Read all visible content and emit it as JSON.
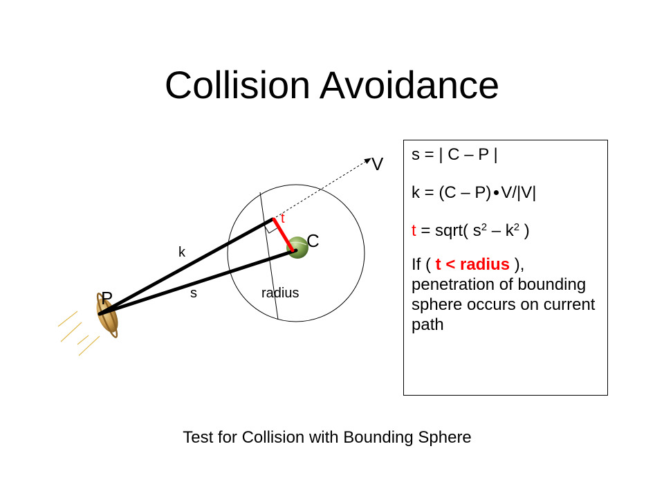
{
  "title": "Collision Avoidance",
  "diagram": {
    "labels": {
      "v": "V",
      "c": "C",
      "p": "P",
      "k": "k",
      "s": "s",
      "t": "t",
      "radius": "radius"
    },
    "colors": {
      "line": "#000000",
      "t_segment": "#ff0000",
      "saturn": "#b88a3c",
      "sphere_center": "#6e9640",
      "motion_trail": "#e0b94e"
    },
    "icons": [
      "saturn-planet-icon",
      "green-planet-icon",
      "motion-trail-icon"
    ]
  },
  "formulas": {
    "line1": "s = | C – P |",
    "line2_a": "k = (C – P)",
    "line2_b": "V/|V|",
    "line3_t": "t",
    "line3_a": " = sqrt( s",
    "line3_sup1": "2",
    "line3_b": " – k",
    "line3_sup2": "2",
    "line3_c": " )",
    "line4_a": "If ( ",
    "line4_cond": "t < radius",
    "line4_b": " ), penetration of bounding sphere occurs on current path"
  },
  "caption": "Test for Collision with Bounding Sphere"
}
